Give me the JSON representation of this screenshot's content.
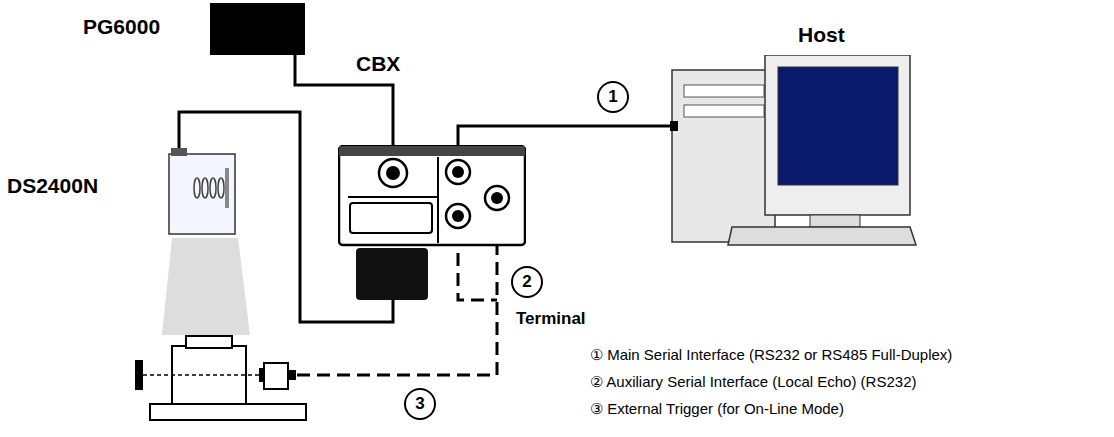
{
  "diagram": {
    "nodes": [
      {
        "text": [
          "PG6000"
        ]
      },
      {
        "text": [
          "CBX"
        ]
      },
      {
        "text": [
          "Host"
        ]
      },
      {
        "text": [
          "DS2400N"
        ]
      }
    ],
    "edges": [
      {
        "from": 0,
        "to": 1,
        "arrow": "none"
      },
      {
        "from": 1,
        "to": 2,
        "arrow": "none"
      },
      {
        "from": 3,
        "to": 1,
        "arrow": "none"
      }
    ],
    "labels": [
      "1",
      "2",
      "Terminal",
      "3",
      "① Main Serial Interface (RS232 or RS485 Full-Duplex)",
      "② Auxiliary Serial Interface (Local Echo) (RS232)",
      "③ External Trigger (for On-Line Mode)"
    ]
  }
}
